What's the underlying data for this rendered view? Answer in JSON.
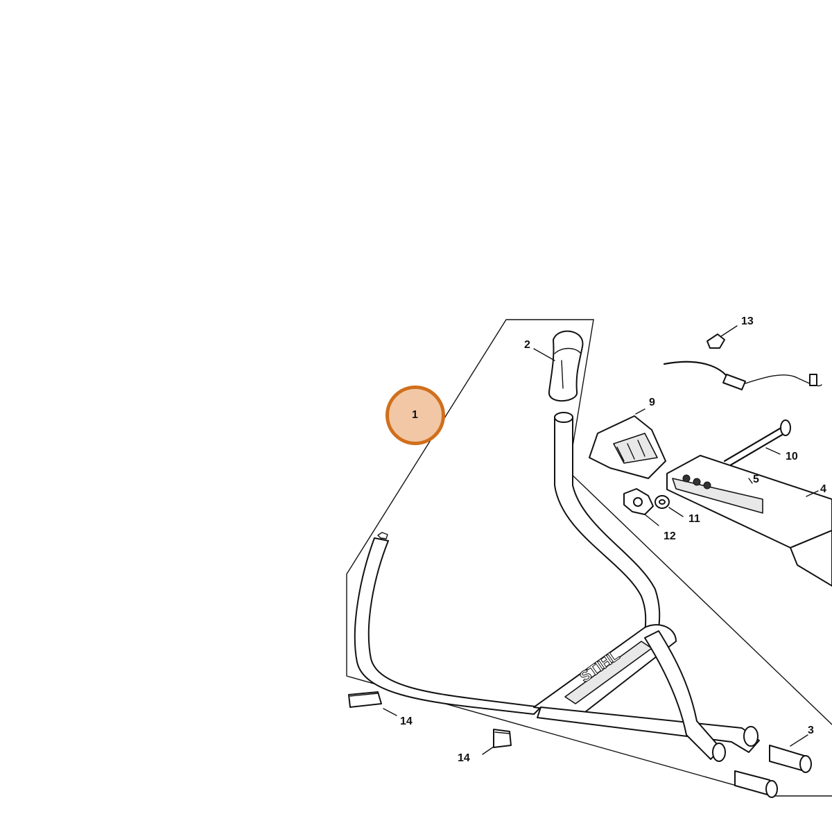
{
  "diagram": {
    "brand_mark": "STIHL",
    "accent_color": "#d06f1c",
    "highlight_fill": "#f2c7a5",
    "highlighted_part": "1",
    "callouts": [
      {
        "id": "1",
        "label": "1"
      },
      {
        "id": "2",
        "label": "2"
      },
      {
        "id": "3",
        "label": "3"
      },
      {
        "id": "4",
        "label": "4"
      },
      {
        "id": "5",
        "label": "5"
      },
      {
        "id": "9",
        "label": "9"
      },
      {
        "id": "10",
        "label": "10"
      },
      {
        "id": "11",
        "label": "11"
      },
      {
        "id": "12",
        "label": "12"
      },
      {
        "id": "13",
        "label": "13"
      },
      {
        "id": "14a",
        "label": "14"
      },
      {
        "id": "14b",
        "label": "14"
      }
    ]
  }
}
